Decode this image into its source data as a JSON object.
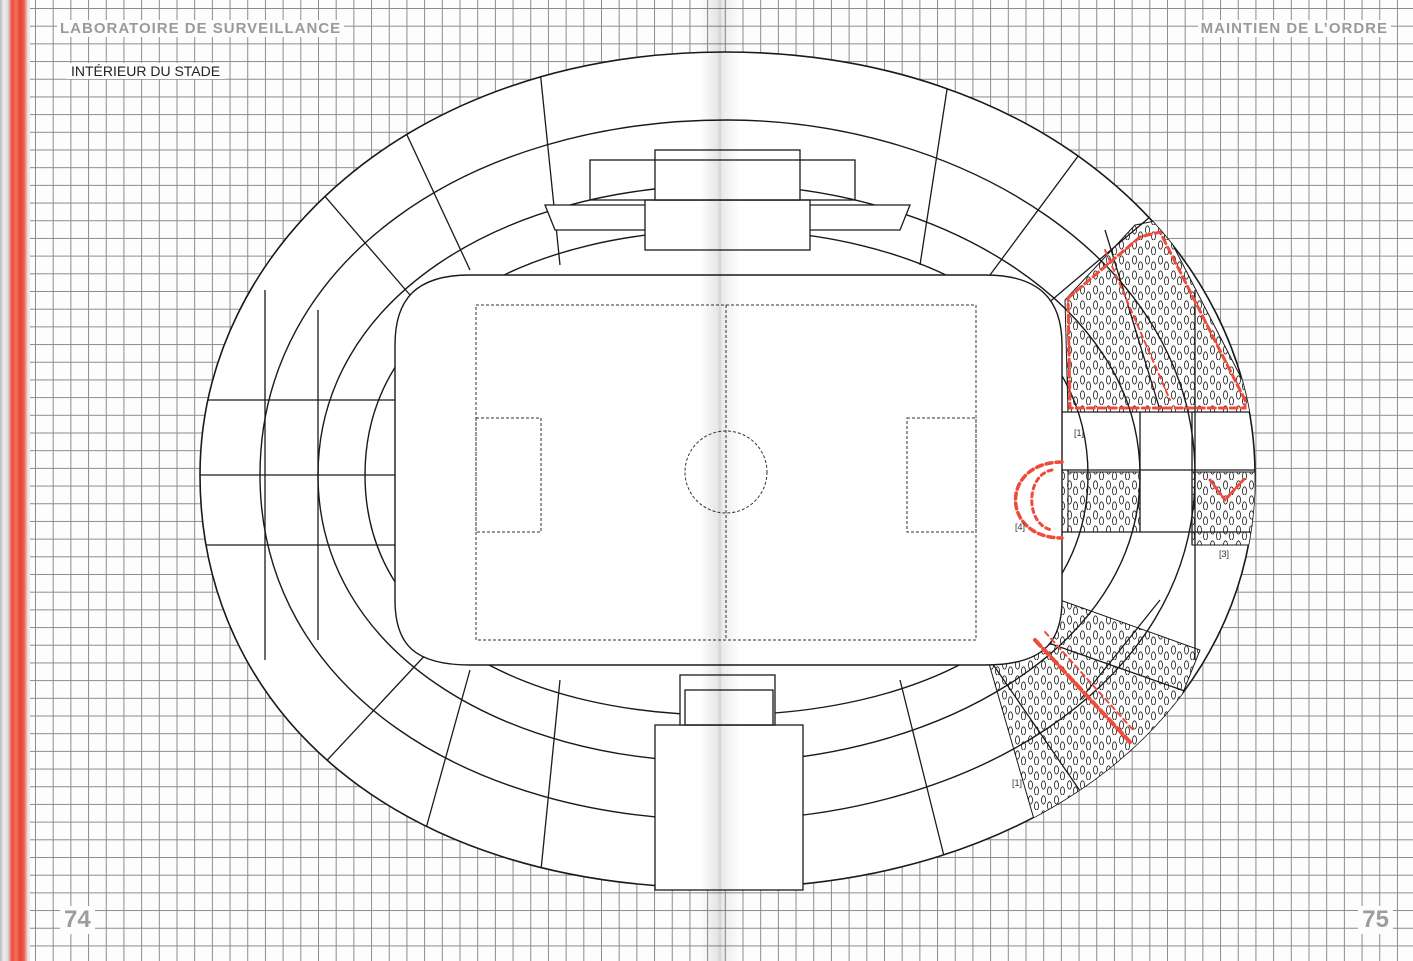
{
  "spread": {
    "left_page": {
      "running_head": "LABORATOIRE DE SURVEILLANCE",
      "section_title": "INTÉRIEUR DU STADE",
      "page_number": "74"
    },
    "right_page": {
      "running_head": "MAINTIEN DE L’ORDRE",
      "page_number": "75"
    }
  },
  "stadium_plan": {
    "note_labels": [
      "[1]",
      "[4]",
      "[3]",
      "[1]"
    ],
    "colors": {
      "outline": "#1a1a1a",
      "highlight": "#ef4b3a",
      "grid": "#8a8a8a",
      "paper": "#fdfdfd"
    }
  }
}
